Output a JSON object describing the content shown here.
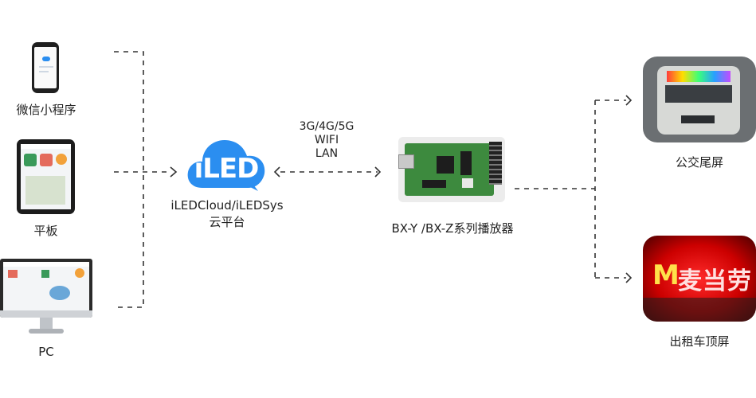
{
  "devices": {
    "phone_label": "微信小程序",
    "tablet_label": "平板",
    "pc_label": "PC"
  },
  "cloud": {
    "logo_text": "iLED",
    "name": "iLEDCloud/iLEDSys",
    "subtitle": "云平台"
  },
  "network": {
    "line1": "3G/4G/5G",
    "line2": "WIFI",
    "line3": "LAN"
  },
  "controller": {
    "label": "BX-Y /BX-Z系列播放器"
  },
  "outputs": {
    "bus_label": "公交尾屏",
    "taxi_label": "出租车顶屏",
    "taxi_sign_logo": "M",
    "taxi_sign_text": "麦当劳"
  },
  "colors": {
    "cloud_blue": "#2b8ef0",
    "line_color": "#333333"
  }
}
